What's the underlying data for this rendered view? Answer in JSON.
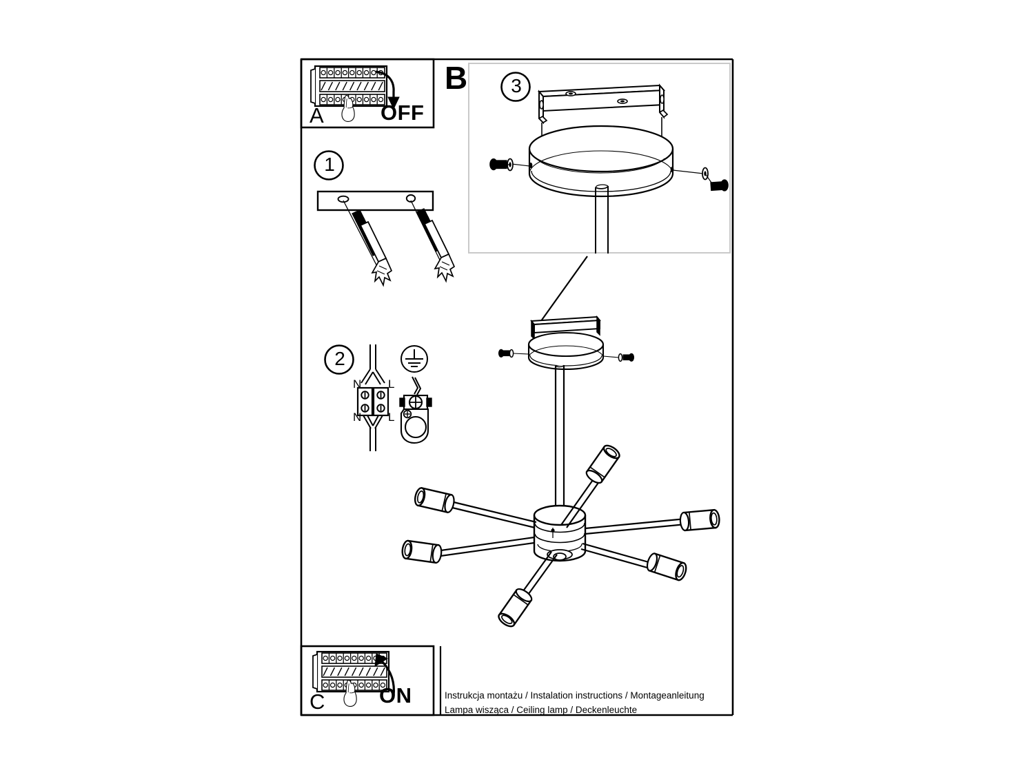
{
  "document": {
    "kind": "assembly-instruction-sheet",
    "product": "6-arm ceiling lamp",
    "background_color": "#ffffff",
    "line_color": "#000000"
  },
  "caption": {
    "line1": "Instrukcja montażu / Instalation instructions / Montageanleitung",
    "line2": "Lampa wisząca / Ceiling lamp / Deckenleuchte"
  },
  "panels": {
    "a": {
      "letter": "A",
      "state_label": "OFF",
      "description": "Turn off the circuit breaker",
      "breaker_poles": 9,
      "arrow_direction": "down"
    },
    "b": {
      "letter": "B",
      "description": "Mount canopy to ceiling bracket"
    },
    "c": {
      "letter": "C",
      "state_label": "ON",
      "description": "Turn on the circuit breaker",
      "breaker_poles": 9,
      "arrow_direction": "up"
    }
  },
  "steps": [
    {
      "number": "1",
      "description": "Fix mounting bracket to ceiling with wall plugs and screws",
      "holes": 2,
      "anchors": 2
    },
    {
      "number": "2",
      "description": "Connect live and neutral wires to terminal block, earth to ground clamp",
      "terminal_labels_top": {
        "left": "N",
        "right": "L"
      },
      "terminal_labels_bottom": {
        "left": "N",
        "right": "L"
      },
      "terminal_screws": 4,
      "earth_symbol": "ground-symbol"
    },
    {
      "number": "3",
      "description": "Secure canopy onto bracket using two side screws and washers",
      "screws": 2,
      "washers": 2
    }
  ],
  "lamp": {
    "arms": 6,
    "sockets": 6,
    "stem": "single vertical rod",
    "hub": "cylindrical center body",
    "canopy_screws": 2
  }
}
